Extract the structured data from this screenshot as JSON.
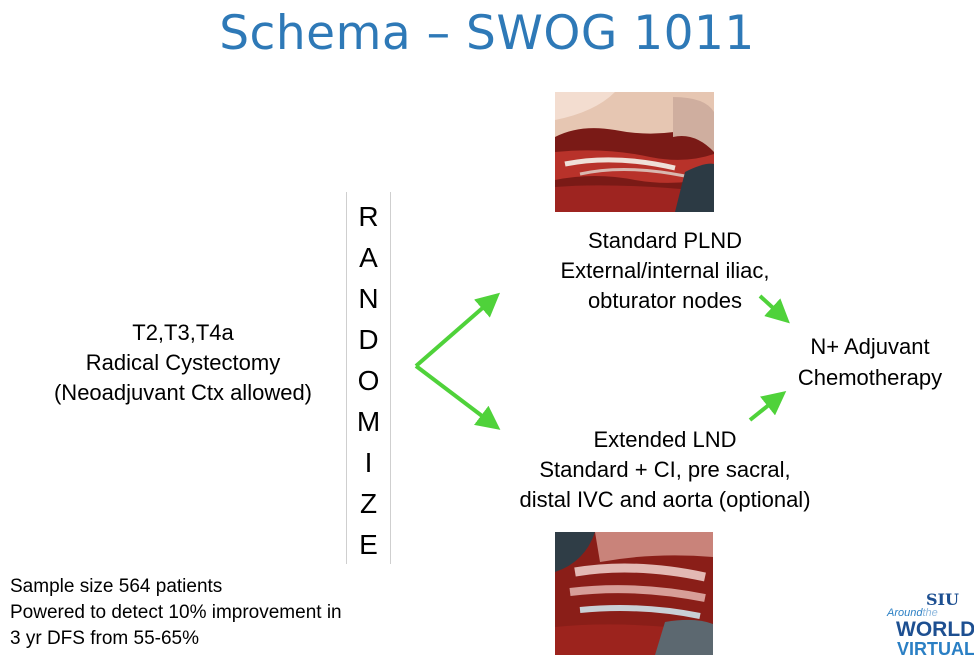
{
  "title": "Schema – SWOG 1011",
  "eligibility": {
    "line1": "T2,T3,T4a",
    "line2": "Radical Cystectomy",
    "line3": "(Neoadjuvant Ctx allowed)"
  },
  "randomize": {
    "letters": [
      "R",
      "A",
      "N",
      "D",
      "O",
      "M",
      "I",
      "Z",
      "E"
    ]
  },
  "arms": {
    "standard": {
      "line1": "Standard PLND",
      "line2": "External/internal iliac,",
      "line3": "obturator nodes"
    },
    "extended": {
      "line1": "Extended LND",
      "line2": "Standard + CI, pre sacral,",
      "line3": "distal IVC and aorta (optional)"
    }
  },
  "outcome": {
    "line1": "N+ Adjuvant",
    "line2": "Chemotherapy"
  },
  "sample": {
    "line1": "Sample size 564 patients",
    "line2": "Powered to detect 10% improvement in",
    "line3": "3 yr DFS from 55-65%"
  },
  "logo": {
    "siu": "SIU",
    "around": "Around",
    "the": "the",
    "world": "WORLD",
    "virtual": "VIRTUAL"
  },
  "colors": {
    "title": "#2e79b7",
    "arrow": "#4fd23a",
    "logo_dark": "#1d4f91",
    "logo_light": "#2a7fc4"
  }
}
